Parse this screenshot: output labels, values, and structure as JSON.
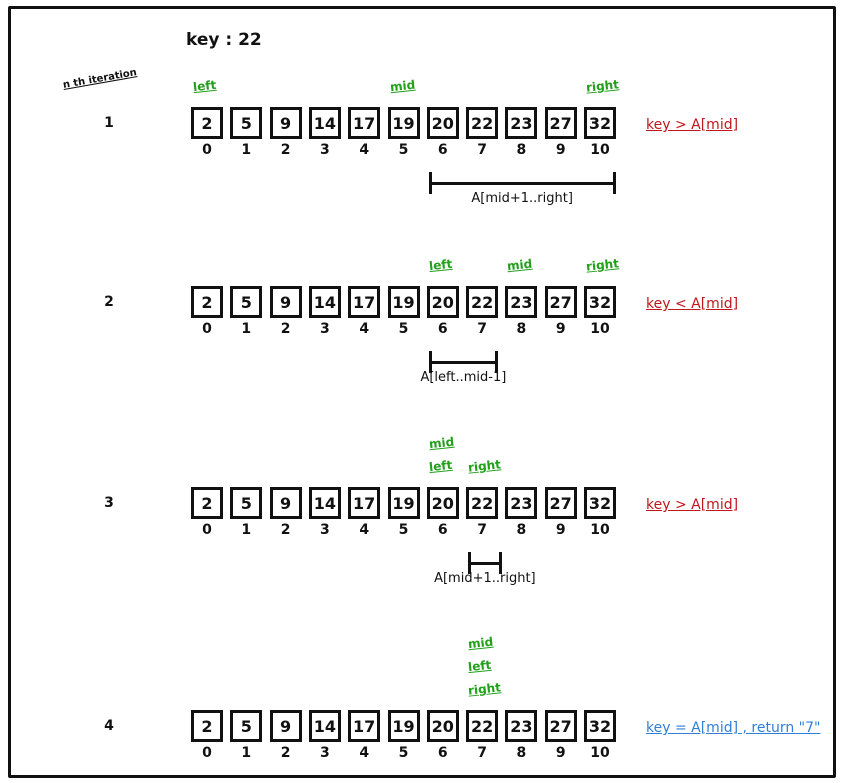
{
  "title": "key : 22",
  "iteration_header": "n th iteration",
  "array": [
    "2",
    "5",
    "9",
    "14",
    "17",
    "19",
    "20",
    "22",
    "23",
    "27",
    "32"
  ],
  "indices": [
    "0",
    "1",
    "2",
    "3",
    "4",
    "5",
    "6",
    "7",
    "8",
    "9",
    "10"
  ],
  "iterations": [
    {
      "number": "1",
      "pointers": [
        {
          "label": "left",
          "index": 0
        },
        {
          "label": "mid",
          "index": 5
        },
        {
          "label": "right",
          "index": 10
        }
      ],
      "comparison": "key > A[mid]",
      "result": "compare",
      "range": {
        "label": "A[mid+1..right]",
        "from": 6,
        "to": 10
      }
    },
    {
      "number": "2",
      "pointers": [
        {
          "label": "left",
          "index": 6
        },
        {
          "label": "mid",
          "index": 8
        },
        {
          "label": "right",
          "index": 10
        }
      ],
      "comparison": "key < A[mid]",
      "result": "compare",
      "range": {
        "label": "A[left..mid-1]",
        "from": 6,
        "to": 7
      }
    },
    {
      "number": "3",
      "pointers": [
        {
          "label": "mid",
          "index": 6
        },
        {
          "label": "left",
          "index": 6
        },
        {
          "label": "right",
          "index": 7
        }
      ],
      "comparison": "key > A[mid]",
      "result": "compare",
      "range": {
        "label": "A[mid+1..right]",
        "from": 7,
        "to": 7
      }
    },
    {
      "number": "4",
      "pointers": [
        {
          "label": "mid",
          "index": 7
        },
        {
          "label": "left",
          "index": 7
        },
        {
          "label": "right",
          "index": 7
        }
      ],
      "comparison": "key = A[mid] , return \"7\"",
      "result": "found"
    }
  ],
  "colors": {
    "pointer": "#22a01c",
    "comparison": "#c0171c",
    "found": "#2f7fd8"
  }
}
